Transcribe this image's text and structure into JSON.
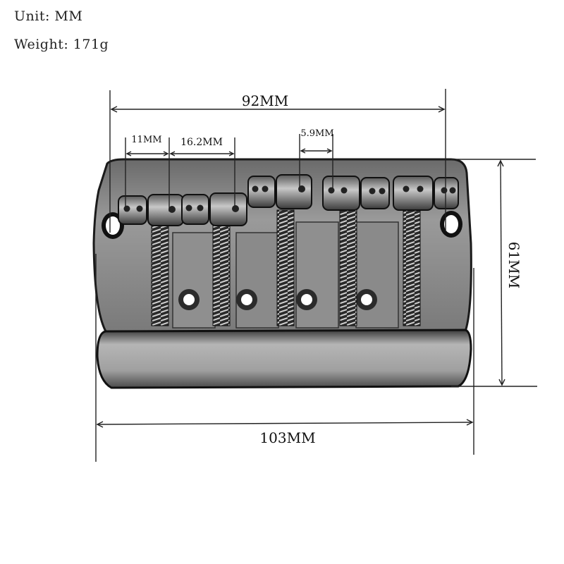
{
  "specs": {
    "unit": "Unit: MM",
    "weight": "Weight: 171g"
  },
  "dimensions": {
    "mounting_hole_spacing": "92MM",
    "saddle_gap_small": "11MM",
    "saddle_gap_medium": "16.2MM",
    "saddle_gap_fine": "5.9MM",
    "total_width": "103MM",
    "depth": "61MM"
  }
}
